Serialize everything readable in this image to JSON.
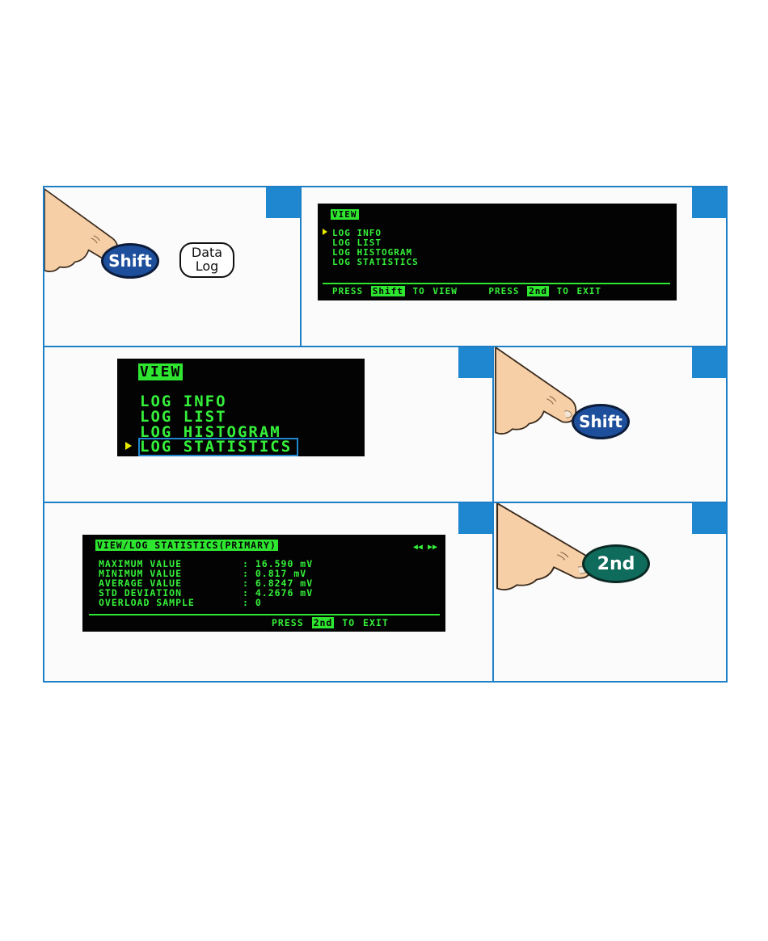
{
  "colors": {
    "frame": "#1f7fc6",
    "tab": "#1f86d0",
    "lcd_bg": "#030303",
    "lcd_text": "#35f03a",
    "shift_key": "#1d4f9c",
    "second_key": "#0f6b5b"
  },
  "steps": {
    "step1": {
      "shift_key": "Shift",
      "data_log_key": [
        "Data",
        "Log"
      ],
      "icon": "pointing-hand-icon"
    },
    "step2": {
      "screen_title": "VIEW",
      "menu": [
        "LOG INFO",
        "LOG LIST",
        "LOG HISTOGRAM",
        "LOG STATISTICS"
      ],
      "footer": {
        "press1": "PRESS",
        "key1": "Shift",
        "to_view": "TO VIEW",
        "press2": "PRESS",
        "key2": "2nd",
        "to_exit": "TO EXIT"
      }
    },
    "step3": {
      "screen_title": "VIEW",
      "menu": [
        "LOG INFO",
        "LOG LIST",
        "LOG HISTOGRAM",
        "LOG STATISTICS"
      ]
    },
    "step4": {
      "shift_key": "Shift",
      "icon": "pointing-hand-icon"
    },
    "step5": {
      "screen_title": "VIEW/LOG STATISTICS(PRIMARY)",
      "rows": [
        {
          "label": "MAXIMUM VALUE",
          "value": ": 16.590 mV"
        },
        {
          "label": "MINIMUM VALUE",
          "value": ": 0.817 mV"
        },
        {
          "label": "AVERAGE VALUE",
          "value": ": 6.8247 mV"
        },
        {
          "label": "STD DEVIATION",
          "value": ": 4.2676 mV"
        },
        {
          "label": "OVERLOAD SAMPLE",
          "value": ": 0"
        }
      ],
      "footer": {
        "press": "PRESS",
        "key": "2nd",
        "to_exit": "TO EXIT"
      }
    },
    "step6": {
      "second_key": "2nd",
      "icon": "pointing-hand-icon"
    }
  }
}
